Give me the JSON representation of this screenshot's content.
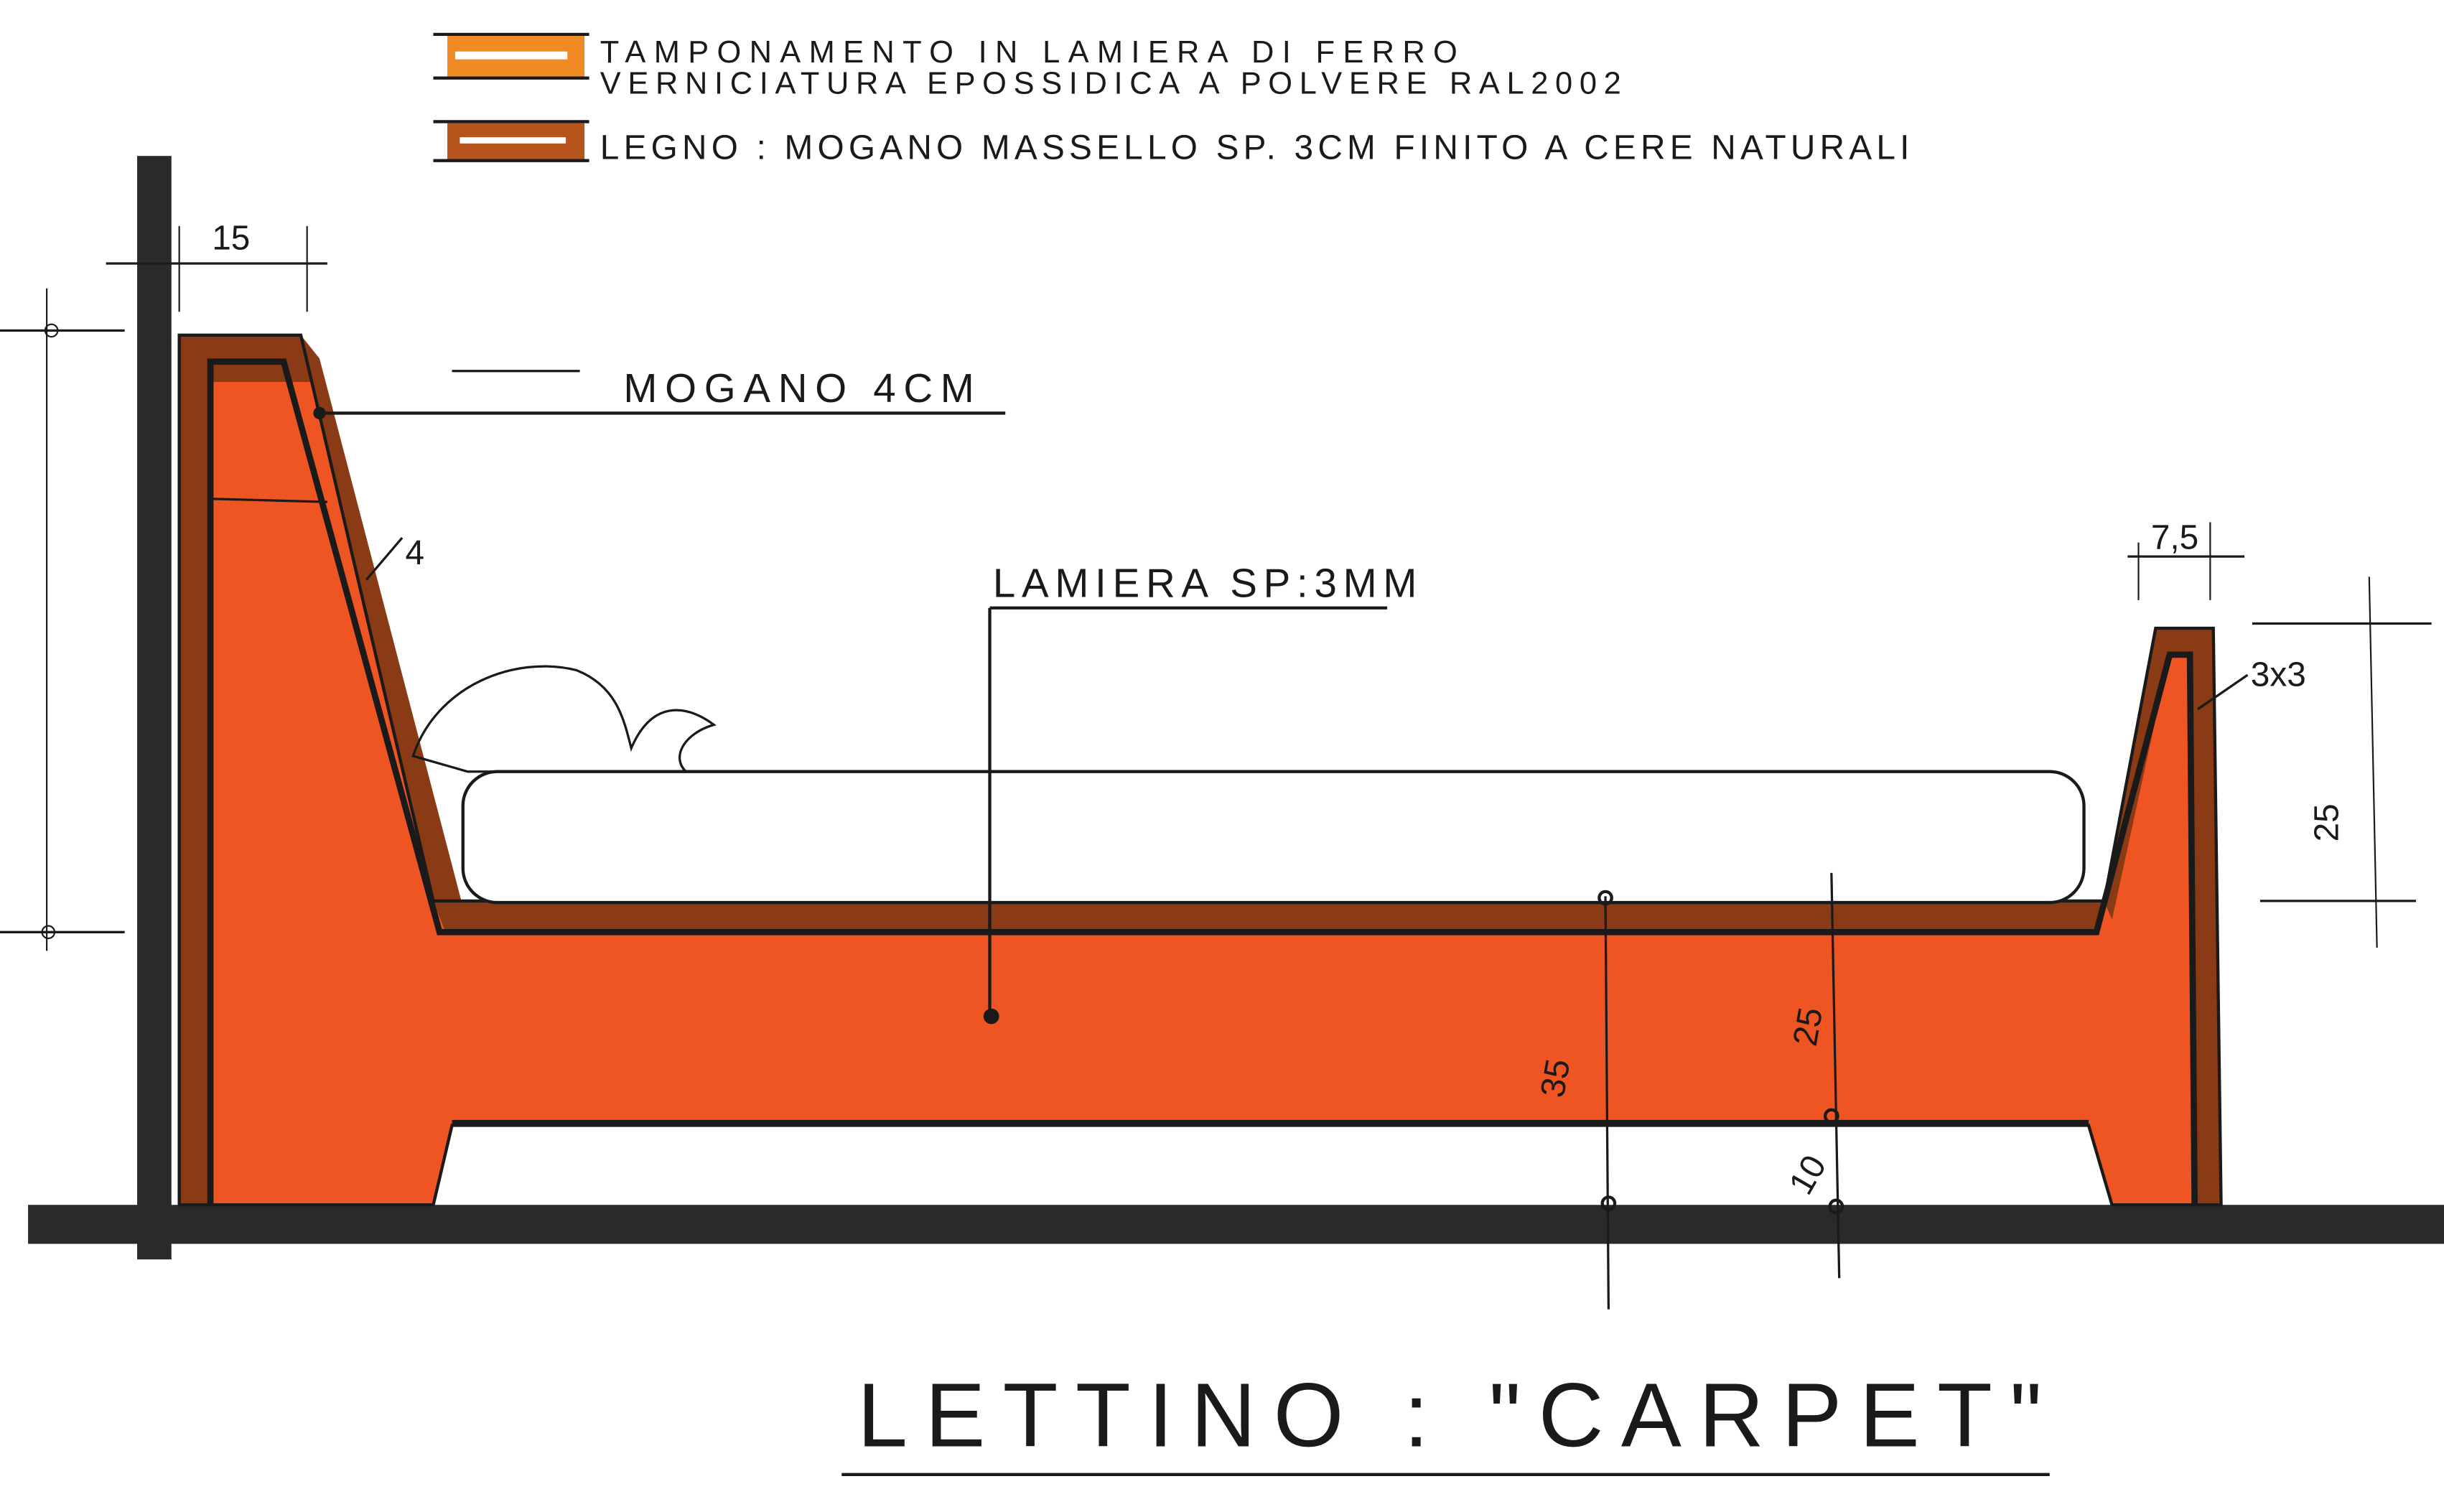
{
  "legend": [
    {
      "label_line1": "TAMPONAMENTO IN LAMIERA DI FERRO",
      "label_line2": "VERNICIATURA EPOSSIDICA A POLVERE RAL2002",
      "color": "#f08a24"
    },
    {
      "label_line1": "LEGNO : MOGANO MASSELLO SP. 3CM FINITO A CERE NATURALI",
      "color": "#b5541c"
    }
  ],
  "annotations": {
    "mogano": "MOGANO 4CM",
    "lamiera": "LAMIERA SP:3MM",
    "section_4": "4",
    "section_3x3": "3x3"
  },
  "dimensions": {
    "headboard_width": "15",
    "footboard_width": "7,5",
    "footboard_height": "25",
    "side_total_height": "35",
    "side_panel_height": "25",
    "leg_clearance": "10"
  },
  "title": "LETTINO : \"CARPET\"",
  "colors": {
    "steel_panel": "#ee5522",
    "wood": "#8a3a14",
    "outline": "#1a1a1a"
  }
}
